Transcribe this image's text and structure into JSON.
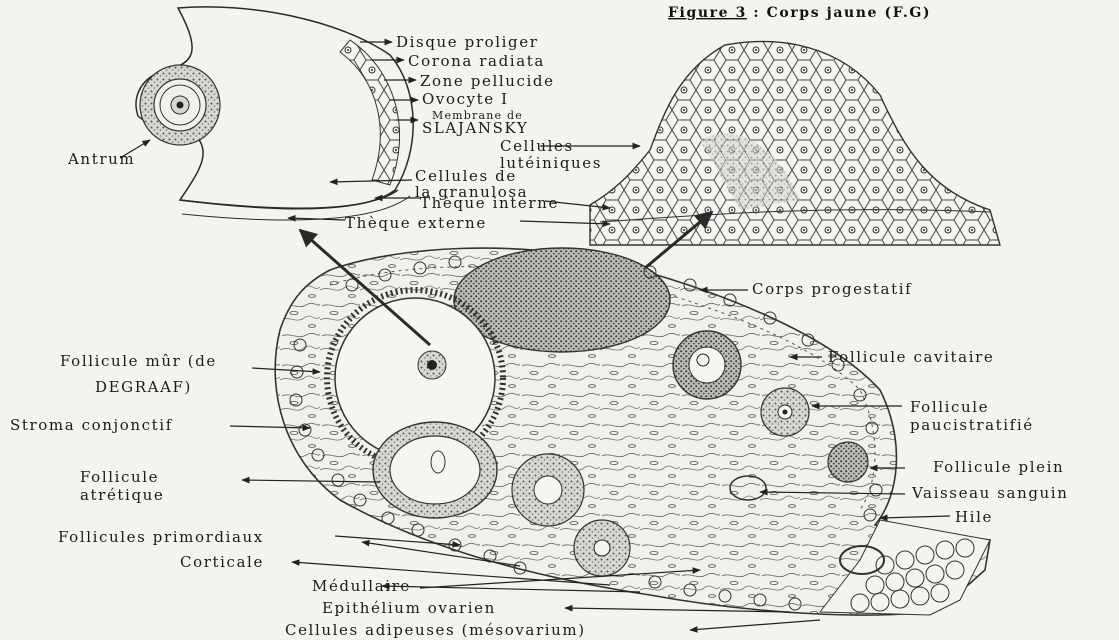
{
  "figure": {
    "title_label": "Figure 3",
    "title_rest": " : Corps jaune (F.G)"
  },
  "labels": {
    "disque_proliger": "Disque proliger",
    "corona_radiata": "Corona radiata",
    "zone_pellucide": "Zone pellucide",
    "ovocyte": "Ovocyte I",
    "membrane_line1": "Membrane de",
    "membrane_line2": "SLAJANSKY",
    "antrum": "Antrum",
    "cellules_luteiniques_line1": "Cellules",
    "cellules_luteiniques_line2": "lutéiniques",
    "granulosa_line1": "Cellules de",
    "granulosa_line2": "la granulosa",
    "theque_interne": "Thèque interne",
    "theque_externe": "Thèque externe",
    "corps_progestatif": "Corps progestatif",
    "follicule_mur_line1": "Follicule mûr (de",
    "follicule_mur_line2": "DEGRAAF)",
    "follicule_cavitaire": "Follicule cavitaire",
    "stroma_conjonctif": "Stroma conjonctif",
    "follicule_paucistratifie_line1": "Follicule",
    "follicule_paucistratifie_line2": "paucistratifié",
    "follicule_atretique_line1": "Follicule",
    "follicule_atretique_line2": "atrétique",
    "follicule_plein": "Follicule plein",
    "vaisseau_sanguin": "Vaisseau sanguin",
    "hile": "Hile",
    "follicules_primordiaux": "Follicules primordiaux",
    "corticale": "Corticale",
    "medullaire": "Médullaire",
    "epithelium_ovarien": "Epithélium ovarien",
    "cellules_adipeuses": "Cellules adipeuses (mésovarium)"
  }
}
